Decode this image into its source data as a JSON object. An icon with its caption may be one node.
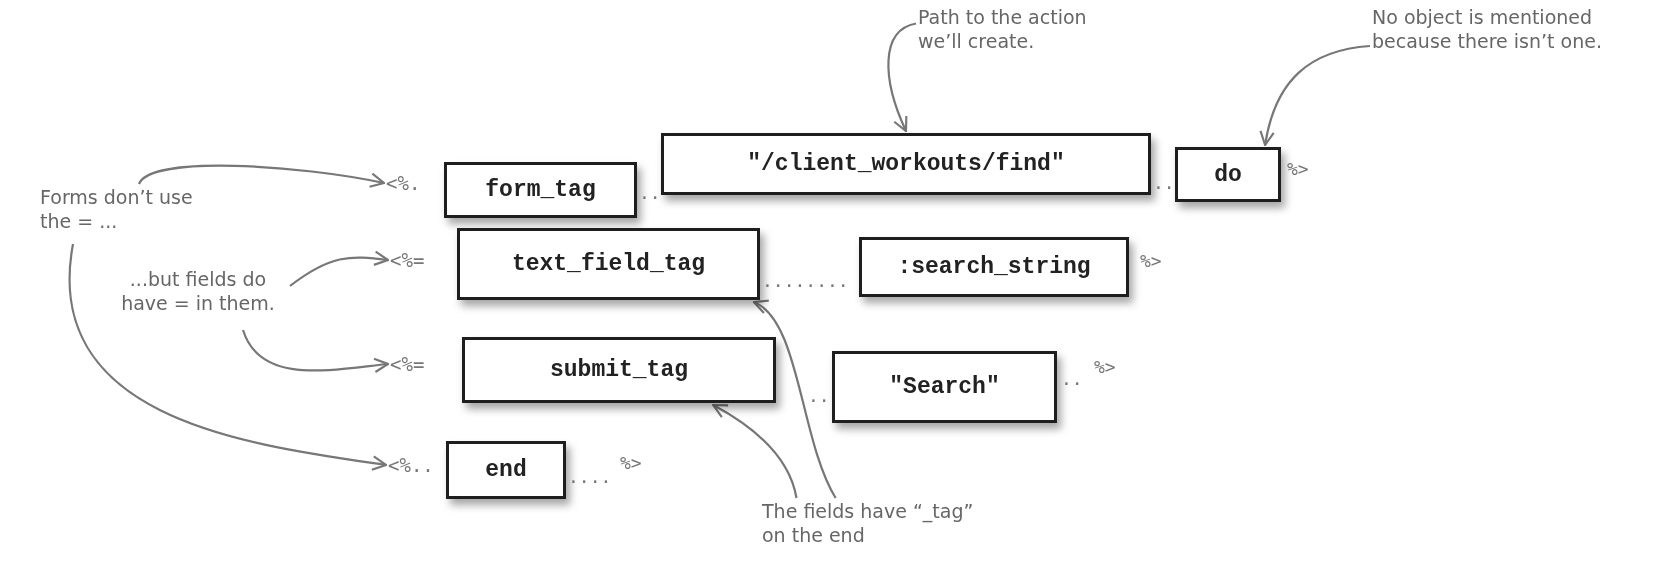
{
  "diagram": {
    "nodes": [
      {
        "text": [
          "Path to the action we’ll create."
        ]
      },
      {
        "text": [
          "No object is mentioned because there isn’t one."
        ]
      },
      {
        "text": [
          "<%."
        ]
      },
      {
        "text": [
          "form_tag"
        ]
      },
      {
        "text": [
          "\"/client_workouts/find\""
        ]
      },
      {
        "text": [
          "do"
        ]
      },
      {
        "text": [
          "Forms don’t use the = ..."
        ]
      },
      {
        "text": [
          "<%="
        ]
      },
      {
        "text": [
          "text_field_tag"
        ]
      },
      {
        "text": [
          ":search_string"
        ]
      },
      {
        "text": [
          "...but fields do have = in them."
        ]
      },
      {
        "text": [
          "<%="
        ]
      },
      {
        "text": [
          "submit_tag"
        ]
      },
      {
        "text": [
          "\"Search\""
        ]
      },
      {
        "text": [
          "<%.."
        ]
      },
      {
        "text": [
          "end"
        ]
      },
      {
        "text": [
          "The fields have “_tag” on the end"
        ]
      }
    ],
    "edges": [
      {
        "from": 0,
        "to": 4,
        "arrow": "to"
      },
      {
        "from": 1,
        "to": 5,
        "arrow": "to"
      },
      {
        "from": 6,
        "to": 2,
        "arrow": "to"
      },
      {
        "from": 6,
        "to": 14,
        "arrow": "to"
      },
      {
        "from": 10,
        "to": 7,
        "arrow": "to"
      },
      {
        "from": 10,
        "to": 11,
        "arrow": "to"
      },
      {
        "from": 16,
        "to": 12,
        "arrow": "to"
      },
      {
        "from": 16,
        "to": 8,
        "arrow": "to"
      }
    ],
    "labels": [
      "..",
      "..",
      "%>",
      "........",
      "%>",
      "..",
      "..",
      "%>",
      "....",
      "%>"
    ]
  }
}
